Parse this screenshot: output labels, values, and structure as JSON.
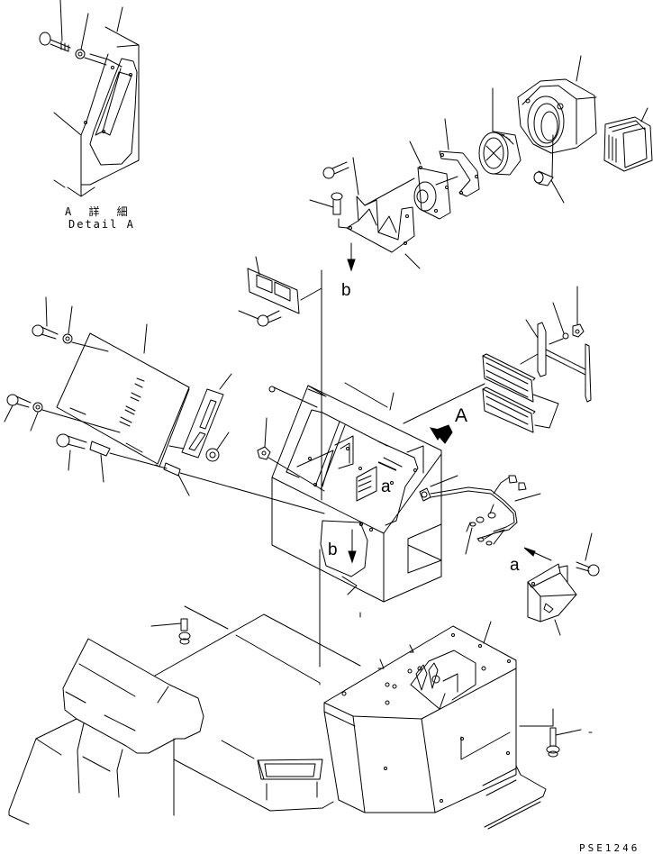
{
  "diagram": {
    "title": "Exploded parts view – blower / heater housing assembly",
    "detail_label_jp": "A 詳 細",
    "detail_label_en": "Detail A",
    "reference_marks": {
      "b_top": "b",
      "b_body": "b",
      "a_body": "a",
      "a_right": "a",
      "view_A": "A"
    },
    "drawing_number": "PSE1246",
    "colors": {
      "line": "#000000",
      "background": "#ffffff"
    },
    "parts": [
      "detail-a-cover",
      "detail-a-bolt",
      "detail-a-washer",
      "bracket",
      "motor",
      "motor-gasket",
      "fan",
      "blower-case",
      "duct-bellows",
      "clamp",
      "side-cover",
      "gasket-plate",
      "filter-upper",
      "filter-lower",
      "filter-frame",
      "main-housing",
      "wire-harness",
      "resistor-box",
      "console-box",
      "floor-mat"
    ]
  }
}
